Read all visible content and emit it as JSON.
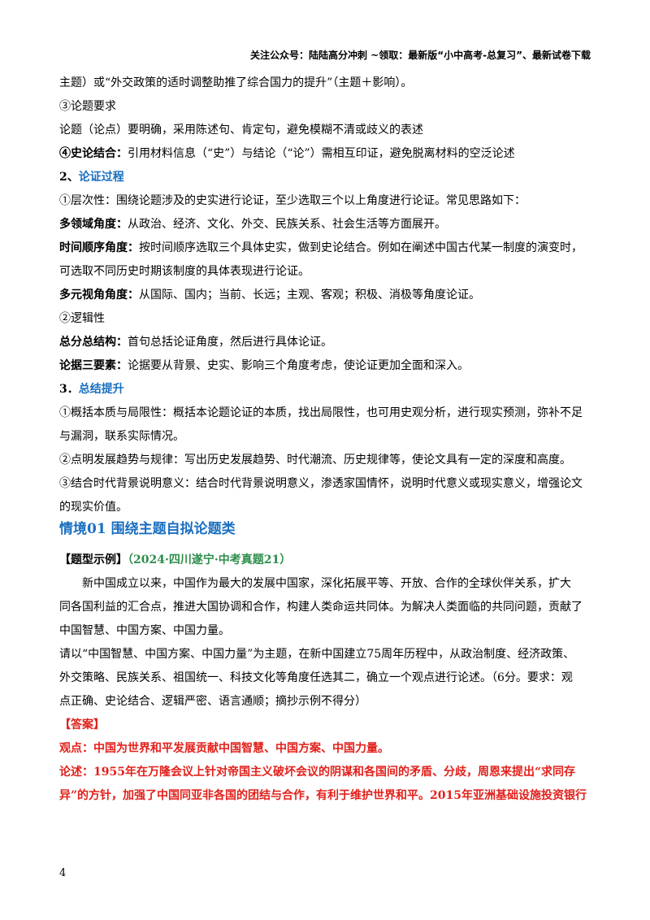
{
  "header": {
    "text": "关注公众号：陆陆高分冲刺 ~领取：最新版“小中高考-总复习”、最新试卷下载"
  },
  "body": {
    "l1": "主题）或“外交政策的适时调整助推了综合国力的提升”（主题＋影响）。",
    "l2": "③论题要求",
    "l3": "论题（论点）要明确，采用陈述句、肯定句，避免模糊不清或歧义的表述",
    "l4_label": "④史论结合：",
    "l4_text": "引用材料信息（“史”）与结论（“论”）需相互印证，避免脱离材料的空泛论述",
    "s2_num": "2、",
    "s2_title": "论证过程",
    "l5": "①层次性：围绕论题涉及的史实进行论证，至少选取三个以上角度进行论证。常见思路如下：",
    "l6_label": "多领域角度：",
    "l6_text": "从政治、经济、文化、外交、民族关系、社会生活等方面展开。",
    "l7_label": "时间顺序角度：",
    "l7_text": "按时间顺序选取三个具体史实，做到史论结合。例如在阐述中国古代某一制度的演变时，",
    "l8": "可选取不同历史时期该制度的具体表现进行论证。",
    "l9_label": "多元视角角度：",
    "l9_text": "从国际、国内；当前、长远；主观、客观；积极、消极等角度论证。",
    "l10": "②逻辑性",
    "l11_label": "总分总结构：",
    "l11_text": "首句总括论证角度，然后进行具体论证。",
    "l12_label": "论据三要素：",
    "l12_text": "论据要从背景、史实、影响三个角度考虑，使论证更加全面和深入。",
    "s3_num": "3．",
    "s3_title": "总结提升",
    "l13": "①概括本质与局限性：概括本论题论证的本质，找出局限性，也可用史观分析，进行现实预测，弥补不足",
    "l14": "与漏洞，联系实际情况。",
    "l15": "②点明发展趋势与规律：写出历史发展趋势、时代潮流、历史规律等，使论文具有一定的深度和高度。",
    "l16": "③结合时代背景说明意义：结合时代背景说明意义，渗透家国情怀，说明时代意义或现实意义，增强论文",
    "l17": "的现实价值。",
    "scenario": "情境01 围绕主题自拟论题类",
    "example_tag": "【题型示例】",
    "example_source": "（2024·四川遂宁·中考真题21）",
    "m1": "新中国成立以来，中国作为最大的发展中国家，深化拓展平等、开放、合作的全球伙伴关系，扩大",
    "m2": "同各国利益的汇合点，推进大国协调和合作，构建人类命运共同体。为解决人类面临的共同问题，贡献了",
    "m3": "中国智慧、中国方案、中国力量。",
    "q1": "请以“中国智慧、中国方案、中国力量”为主题，在新中国建立75周年历程中，从政治制度、经济政策、",
    "q2": "外交策略、民族关系、祖国统一、科技文化等角度任选其二，确立一个观点进行论述。（6分。要求：观",
    "q3": "点正确、史论结合、逻辑严密、语言通顺；摘抄示例不得分）",
    "answer_tag": "【答案】",
    "a1": "观点：中国为世界和平发展贡献中国智慧、中国方案、中国力量。",
    "a2": "论述：1955年在万隆会议上针对帝国主义破坏会议的阴谋和各国间的矛盾、分歧，周恩来提出“求同存",
    "a3": "异”的方针，加强了中国同亚非各国的团结与合作，有利于维护世界和平。2015年亚洲基础设施投资银行"
  },
  "page_number": "4"
}
